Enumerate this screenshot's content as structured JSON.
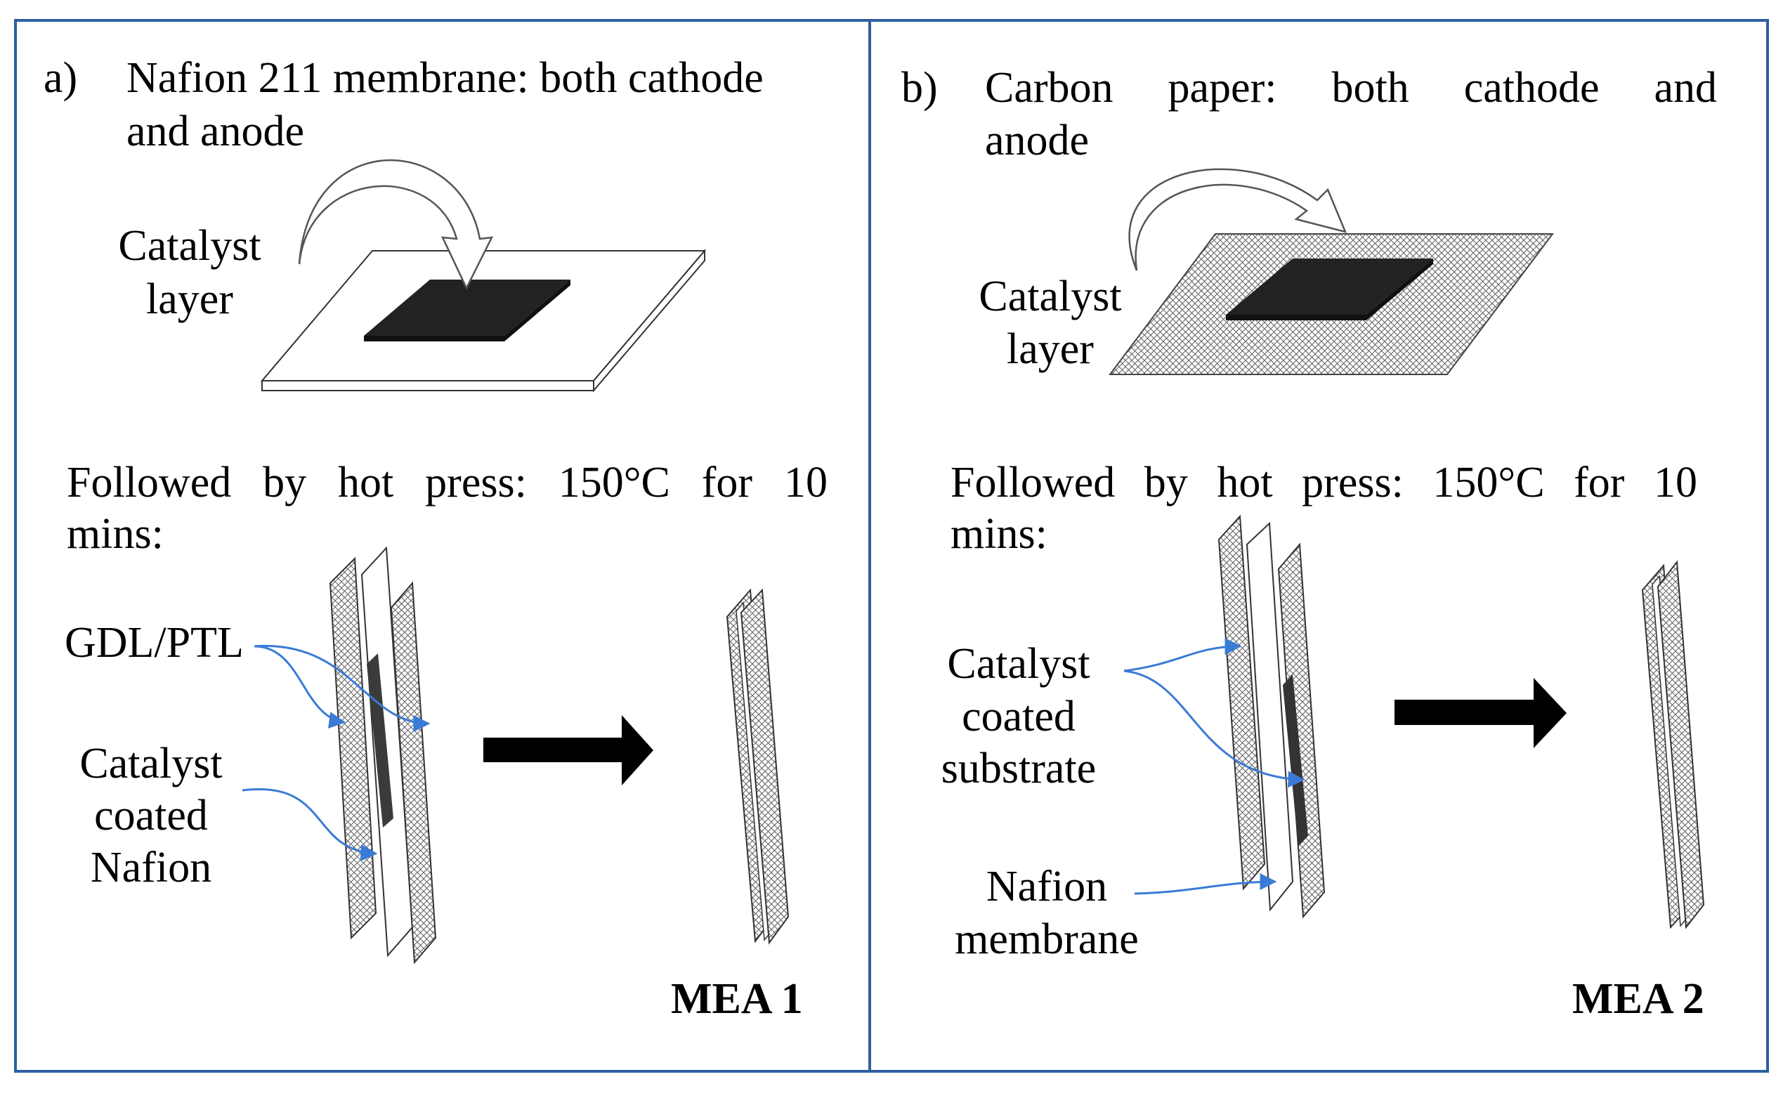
{
  "panel_a": {
    "letter": "a)",
    "heading_line1": "Nafion 211 membrane: both cathode",
    "heading_line2": "and anode",
    "catalyst_label_line1": "Catalyst",
    "catalyst_label_line2": "layer",
    "hot_press_line1": "Followed by hot press: 150°C for 10",
    "hot_press_line2": "mins:",
    "gdl_label": "GDL/PTL",
    "coated_label_line1": "Catalyst",
    "coated_label_line2": "coated",
    "coated_label_line3": "Nafion",
    "mea_label": "MEA 1"
  },
  "panel_b": {
    "letter": "b)",
    "heading_line1": "Carbon paper: both cathode and",
    "heading_line2": "anode",
    "catalyst_label_line1": "Catalyst",
    "catalyst_label_line2": "layer",
    "hot_press_line1": "Followed by hot press: 150°C for 10",
    "hot_press_line2": "mins:",
    "substrate_label_line1": "Catalyst",
    "substrate_label_line2": "coated",
    "substrate_label_line3": "substrate",
    "nafion_label_line1": "Nafion",
    "nafion_label_line2": "membrane",
    "mea_label": "MEA 2"
  },
  "colors": {
    "border": "#2e5fa0",
    "leader_arrow": "#3a7bd5",
    "catalyst": "#222222"
  }
}
